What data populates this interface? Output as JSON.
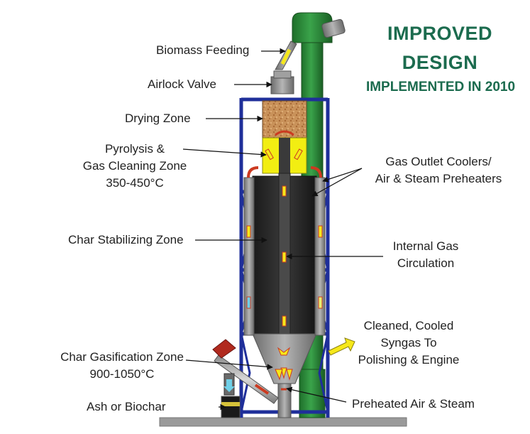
{
  "title": {
    "line1": "IMPROVED",
    "line2": "DESIGN",
    "line3": "IMPLEMENTED IN 2010"
  },
  "labels": {
    "biomass_feeding": "Biomass Feeding",
    "airlock_valve": "Airlock Valve",
    "drying_zone": "Drying Zone",
    "pyrolysis_1": "Pyrolysis &",
    "pyrolysis_2": "Gas Cleaning Zone",
    "pyrolysis_3": "350-450°C",
    "gas_outlet_1": "Gas Outlet Coolers/",
    "gas_outlet_2": "Air & Steam Preheaters",
    "char_stabilizing": "Char Stabilizing Zone",
    "internal_gas_1": "Internal Gas",
    "internal_gas_2": "Circulation",
    "cleaned_1": "Cleaned, Cooled",
    "cleaned_2": "Syngas To",
    "cleaned_3": "Polishing & Engine",
    "char_gasification_1": "Char Gasification Zone",
    "char_gasification_2": "900-1050°C",
    "ash_biochar": "Ash or Biochar",
    "preheated": "Preheated Air & Steam"
  },
  "colors": {
    "heading": "#1b6b4e",
    "frame_blue": "#1f2f9a",
    "elevator_green": "#2f8f3f",
    "reactor_dark": "#2b2b2b",
    "pyrolysis_yellow": "#f2ee12",
    "drying_tan": "#c9925a",
    "flow_arrow_yellow": "#f6e81a",
    "flow_arrow_red": "#cc3a20",
    "ground_gray": "#9a9a9a"
  }
}
